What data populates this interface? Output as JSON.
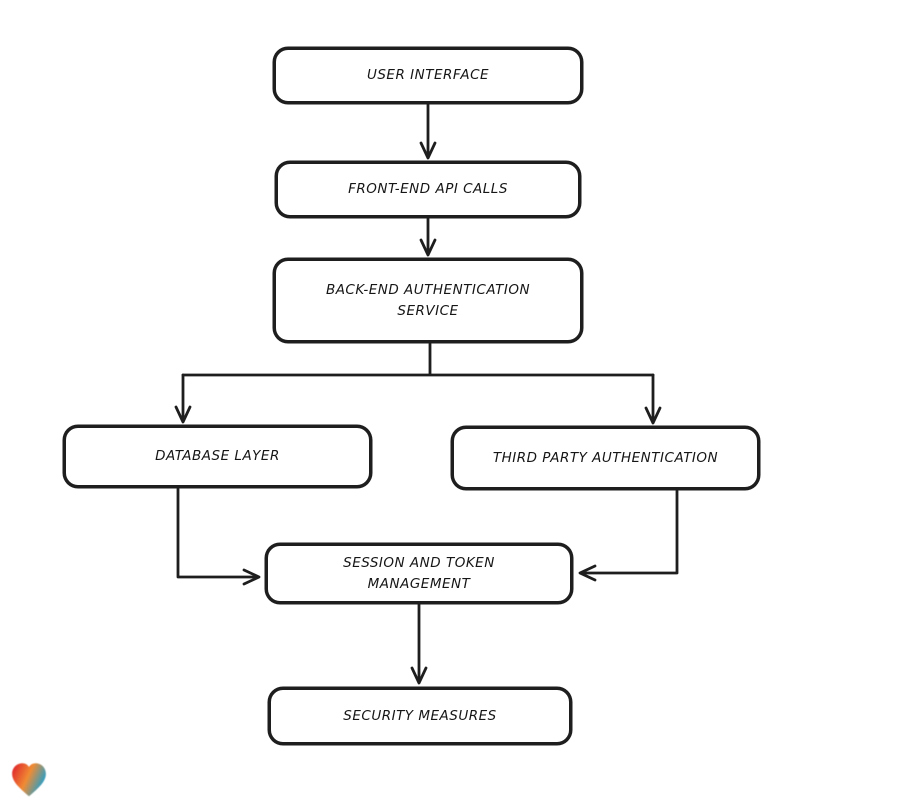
{
  "page": {
    "background": "#ffffff"
  },
  "diagram": {
    "type": "flowchart",
    "direction": "top-down",
    "style": "hand-drawn",
    "stroke_color": "#1e1e1e",
    "node_fill": "#ffffff",
    "nodes": [
      {
        "id": "user-interface",
        "label": "USER INTERFACE"
      },
      {
        "id": "front-end-api-calls",
        "label": "FRONT-END API CALLS"
      },
      {
        "id": "back-end-authentication-service",
        "label": "BACK-END AUTHENTICATION SERVICE"
      },
      {
        "id": "database-layer",
        "label": "DATABASE LAYER"
      },
      {
        "id": "third-party-authentication",
        "label": "THIRD PARTY AUTHENTICATION"
      },
      {
        "id": "session-and-token-management",
        "label": "SESSION AND TOKEN MANAGEMENT"
      },
      {
        "id": "security-measures",
        "label": "SECURITY MEASURES"
      }
    ],
    "edges": [
      {
        "from": "user-interface",
        "to": "front-end-api-calls"
      },
      {
        "from": "front-end-api-calls",
        "to": "back-end-authentication-service"
      },
      {
        "from": "back-end-authentication-service",
        "to": "database-layer"
      },
      {
        "from": "back-end-authentication-service",
        "to": "third-party-authentication"
      },
      {
        "from": "database-layer",
        "to": "session-and-token-management"
      },
      {
        "from": "third-party-authentication",
        "to": "session-and-token-management"
      },
      {
        "from": "session-and-token-management",
        "to": "security-measures"
      }
    ]
  },
  "branding": {
    "logo": "heart-gradient-badge",
    "colors": {
      "red": "#e02c2c",
      "orange": "#f08b33",
      "teal": "#2f9ec2"
    }
  }
}
